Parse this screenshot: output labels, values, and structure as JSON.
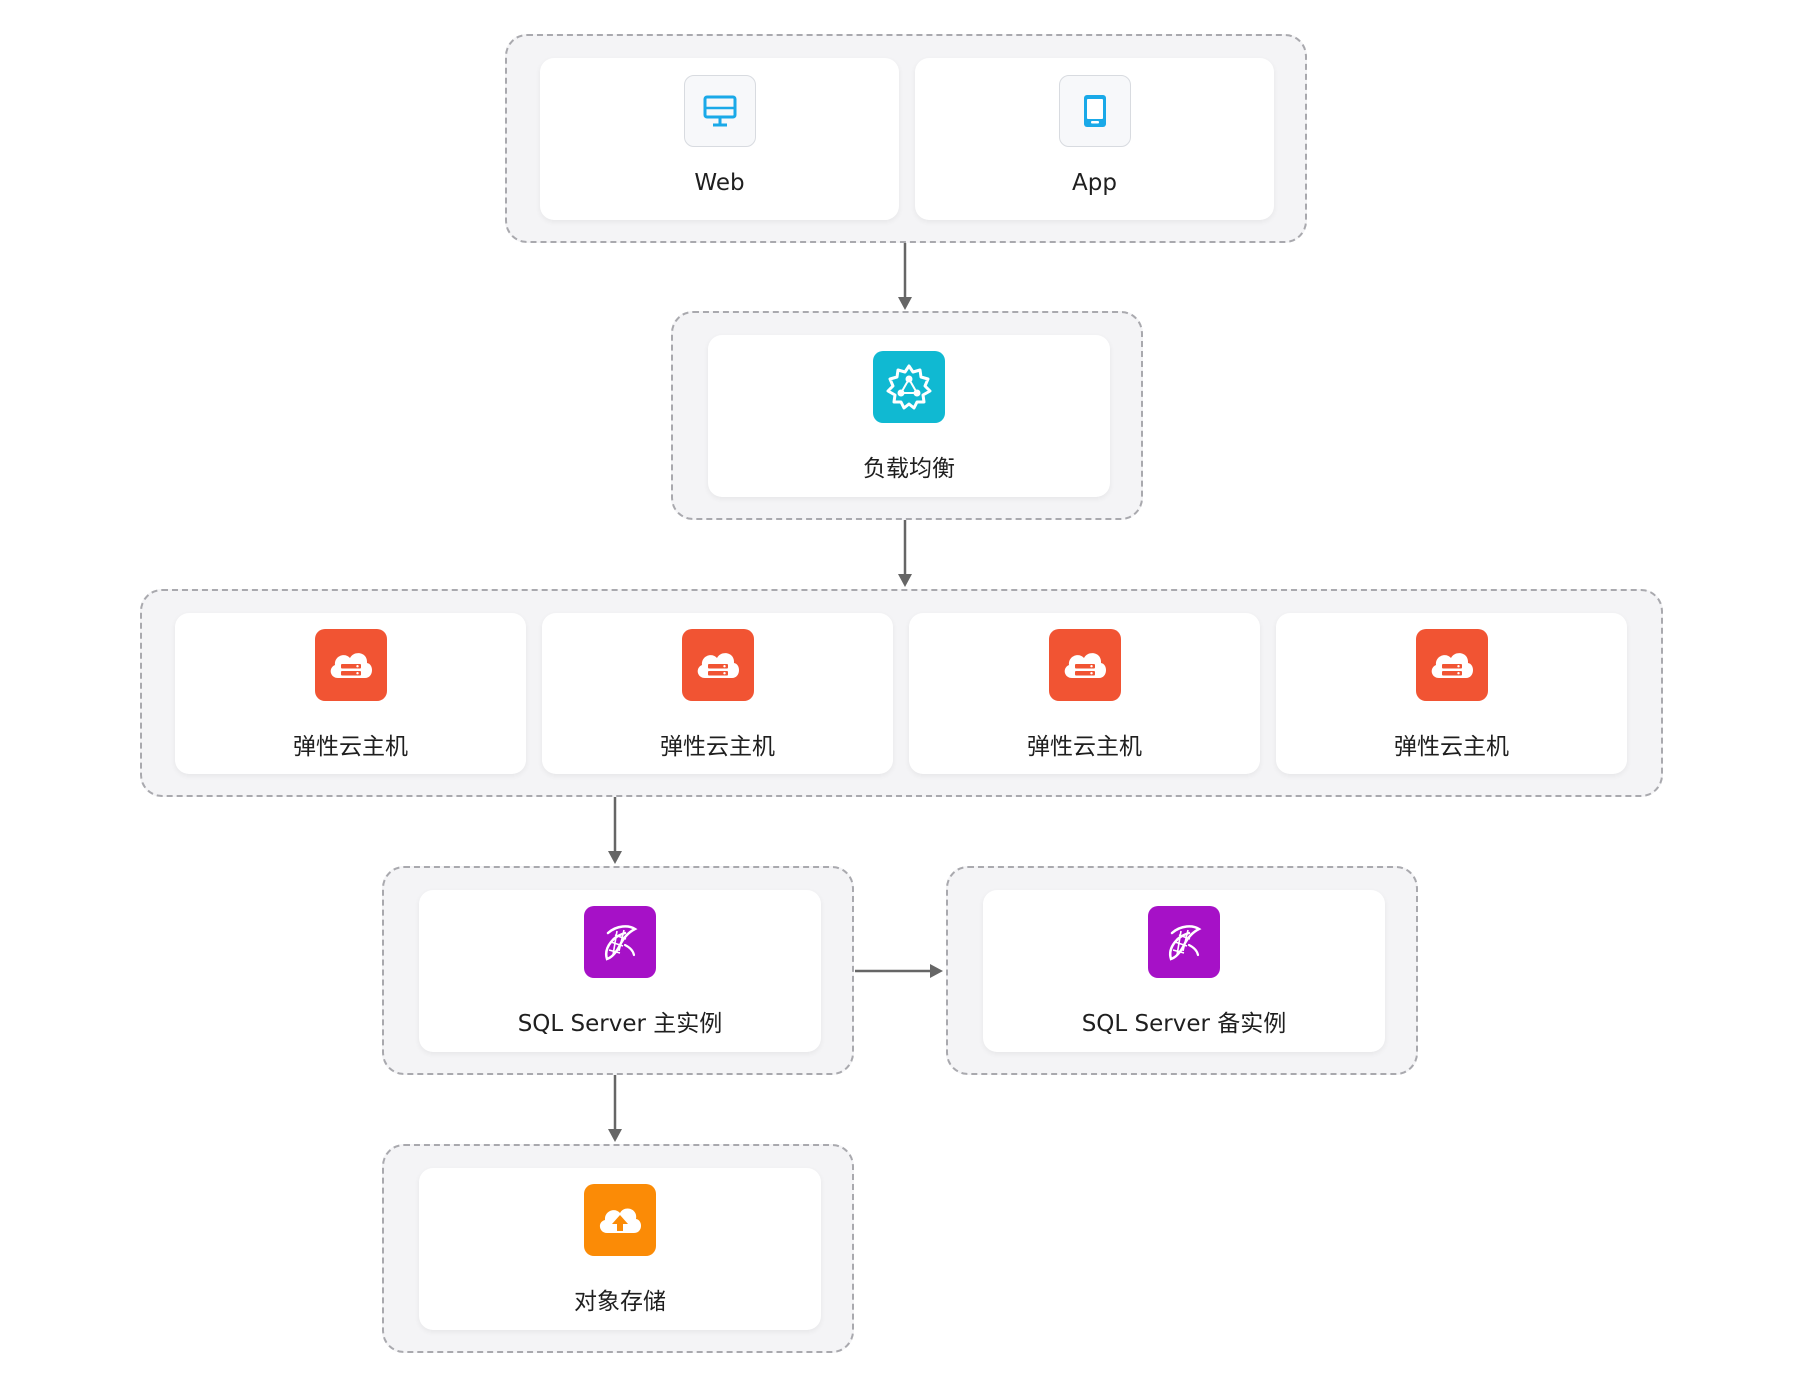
{
  "colors": {
    "client_icon": "#1aa9e8",
    "load_balancer": "#10b9d2",
    "ecs": "#f15433",
    "sqlserver": "#a611c7",
    "object_storage": "#fb8b06",
    "connector": "#666666"
  },
  "icons": {
    "web": "desktop-monitor-icon",
    "app": "tablet-icon",
    "load_balancer": "load-balancer-icon",
    "ecs": "cloud-server-icon",
    "sqlserver": "sql-server-icon",
    "object_storage": "cloud-upload-icon"
  },
  "nodes": {
    "web": "Web",
    "app": "App",
    "load_balancer": "负载均衡",
    "ecs": [
      "弹性云主机",
      "弹性云主机",
      "弹性云主机",
      "弹性云主机"
    ],
    "sql_primary": "SQL Server 主实例",
    "sql_standby": "SQL Server 备实例",
    "object_storage": "对象存储"
  },
  "edges": [
    {
      "from": "clients",
      "to": "load_balancer"
    },
    {
      "from": "load_balancer",
      "to": "ecs"
    },
    {
      "from": "ecs",
      "to": "sql_primary"
    },
    {
      "from": "sql_primary",
      "to": "sql_standby"
    },
    {
      "from": "sql_primary",
      "to": "object_storage"
    }
  ]
}
